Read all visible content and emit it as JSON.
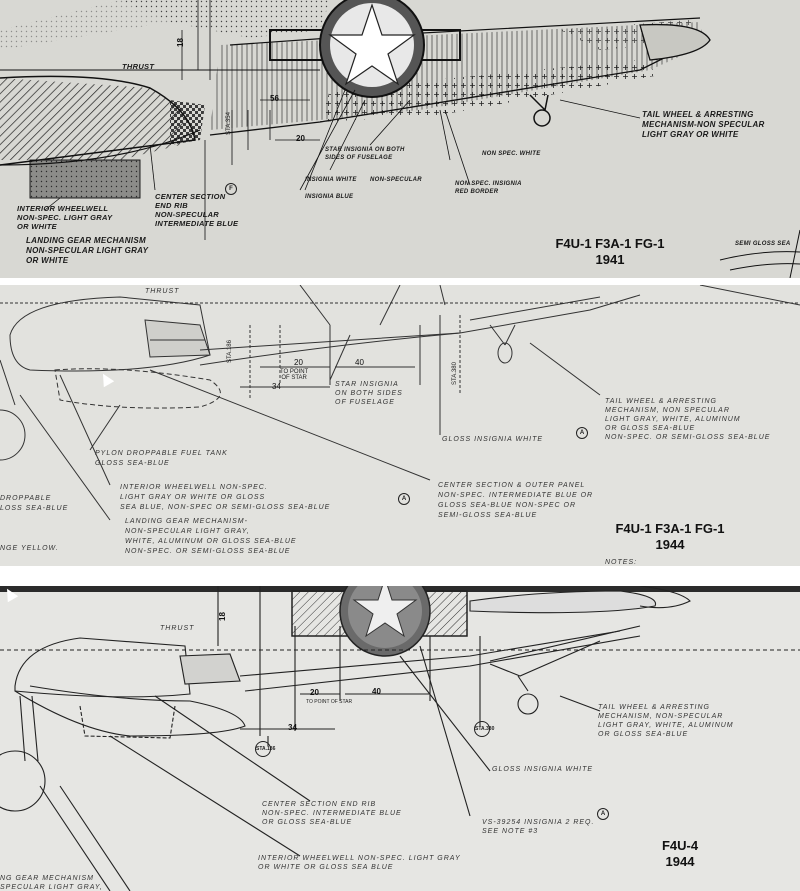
{
  "panel1": {
    "labels": {
      "thrust": "THRUST",
      "interior_wheelwell": [
        "INTERIOR WHEELWELL",
        "NON-SPEC. LIGHT GRAY",
        "OR WHITE"
      ],
      "center_section": [
        "CENTER SECTION",
        "END RIB",
        "NON-SPECULAR",
        "INTERMEDIATE BLUE"
      ],
      "landing_gear": [
        "LANDING GEAR MECHANISM",
        "NON-SPECULAR LIGHT GRAY",
        "OR WHITE"
      ],
      "star_insignia": [
        "STAR INSIGNIA ON BOTH",
        "SIDES OF FUSELAGE"
      ],
      "insignia_white": "INSIGNIA WHITE",
      "non_specular": "NON-SPECULAR",
      "insignia_blue": "INSIGNIA BLUE",
      "non_spec_white": "NON SPEC. WHITE",
      "non_spec_insignia": [
        "NON SPEC. INSIGNIA",
        "RED BORDER"
      ],
      "tail_wheel": [
        "TAIL WHEEL & ARRESTING",
        "MECHANISM-NON SPECULAR",
        "LIGHT GRAY OR WHITE"
      ],
      "semi_gloss": "SEMI GLOSS SEA",
      "dim_56": "56",
      "dim_20": "20",
      "sta": "STA.354",
      "dim_18": "18"
    },
    "caption_model": "F4U-1 F3A-1 FG-1",
    "caption_year": "1941"
  },
  "panel2": {
    "labels": {
      "thrust": "THRUST",
      "star_insignia": [
        "STAR INSIGNIA",
        "ON BOTH SIDES",
        "OF FUSELAGE"
      ],
      "to_point_of_star": [
        "TO POINT",
        "OF STAR"
      ],
      "pylon": [
        "PYLON DROPPABLE FUEL TANK",
        "GLOSS SEA-BLUE"
      ],
      "droppable": [
        "DROPPABLE",
        "LOSS SEA-BLUE"
      ],
      "interior_wheelwell": [
        "INTERIOR WHEELWELL  NON-SPEC.",
        "LIGHT GRAY OR WHITE OR GLOSS",
        "SEA BLUE, NON-SPEC OR SEMI-GLOSS SEA-BLUE"
      ],
      "landing_gear": [
        "LANDING GEAR MECHANISM-",
        "NON-SPECULAR LIGHT GRAY,",
        "WHITE, ALUMINUM OR GLOSS SEA-BLUE",
        "NON-SPEC. OR SEMI-GLOSS SEA-BLUE"
      ],
      "nge_yellow": "NGE YELLOW.",
      "gloss_insignia_white": "GLOSS INSIGNIA WHITE",
      "center_section": [
        "CENTER SECTION & OUTER PANEL",
        "NON-SPEC. INTERMEDIATE BLUE OR",
        "GLOSS SEA-BLUE NON-SPEC OR",
        "SEMI-GLOSS SEA-BLUE"
      ],
      "tail_wheel": [
        "TAIL WHEEL & ARRESTING",
        "MECHANISM, NON SPECULAR",
        "LIGHT GRAY, WHITE, ALUMINUM",
        "OR GLOSS SEA-BLUE",
        "NON-SPEC. OR SEMI-GLOSS SEA-BLUE"
      ],
      "notes": "NOTES:",
      "dim_20": "20",
      "dim_40": "40",
      "dim_34": "34",
      "sta1": "STA.186",
      "sta2": "STA.380",
      "circle_a": "A"
    },
    "caption_model": "F4U-1 F3A-1 FG-1",
    "caption_year": "1944"
  },
  "panel3": {
    "labels": {
      "thrust": "THRUST",
      "dim_20": "20",
      "dim_40": "40",
      "dim_34": "34",
      "dim_18": "18",
      "to_point": "TO POINT OF STAR",
      "tail_wheel": [
        "TAIL WHEEL & ARRESTING",
        "MECHANISM, NON-SPECULAR",
        "LIGHT GRAY, WHITE, ALUMINUM",
        "OR GLOSS SEA-BLUE"
      ],
      "gloss_insignia_white": "GLOSS INSIGNIA WHITE",
      "center_section": [
        "CENTER SECTION END RIB",
        "NON-SPEC. INTERMEDIATE BLUE",
        "OR GLOSS SEA-BLUE"
      ],
      "vs_insignia": [
        "VS-39254 INSIGNIA 2 REQ.",
        "SEE NOTE #3"
      ],
      "interior_wheelwell": [
        "INTERIOR WHEELWELL NON-SPEC. LIGHT GRAY",
        "OR WHITE OR GLOSS SEA BLUE"
      ],
      "landing_gear": [
        "NG GEAR MECHANISM",
        "SPECULAR LIGHT GRAY,"
      ],
      "sta1": "STA.186",
      "sta2": "STA.380",
      "circle_a": "A"
    },
    "caption_model": "F4U-4",
    "caption_year": "1944"
  }
}
